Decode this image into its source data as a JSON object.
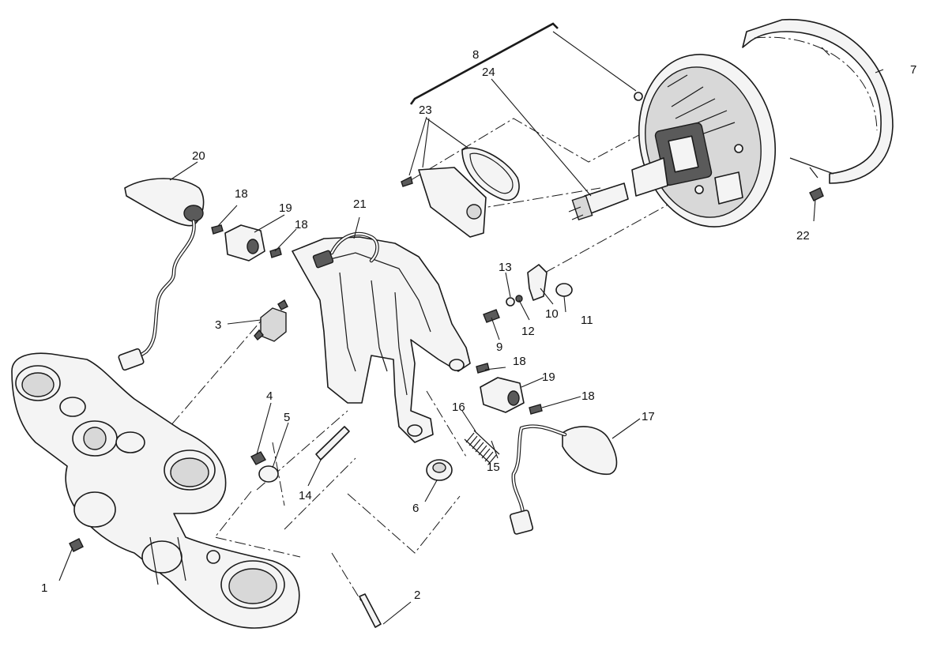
{
  "diagram": {
    "callouts": [
      "1",
      "2",
      "3",
      "4",
      "5",
      "6",
      "7",
      "8",
      "9",
      "10",
      "11",
      "12",
      "13",
      "14",
      "15",
      "16",
      "17",
      "18",
      "18",
      "18",
      "18",
      "19",
      "19",
      "20",
      "21",
      "22",
      "23",
      "24"
    ]
  },
  "colors": {
    "line": "#1a1a1a",
    "background": "#ffffff"
  }
}
